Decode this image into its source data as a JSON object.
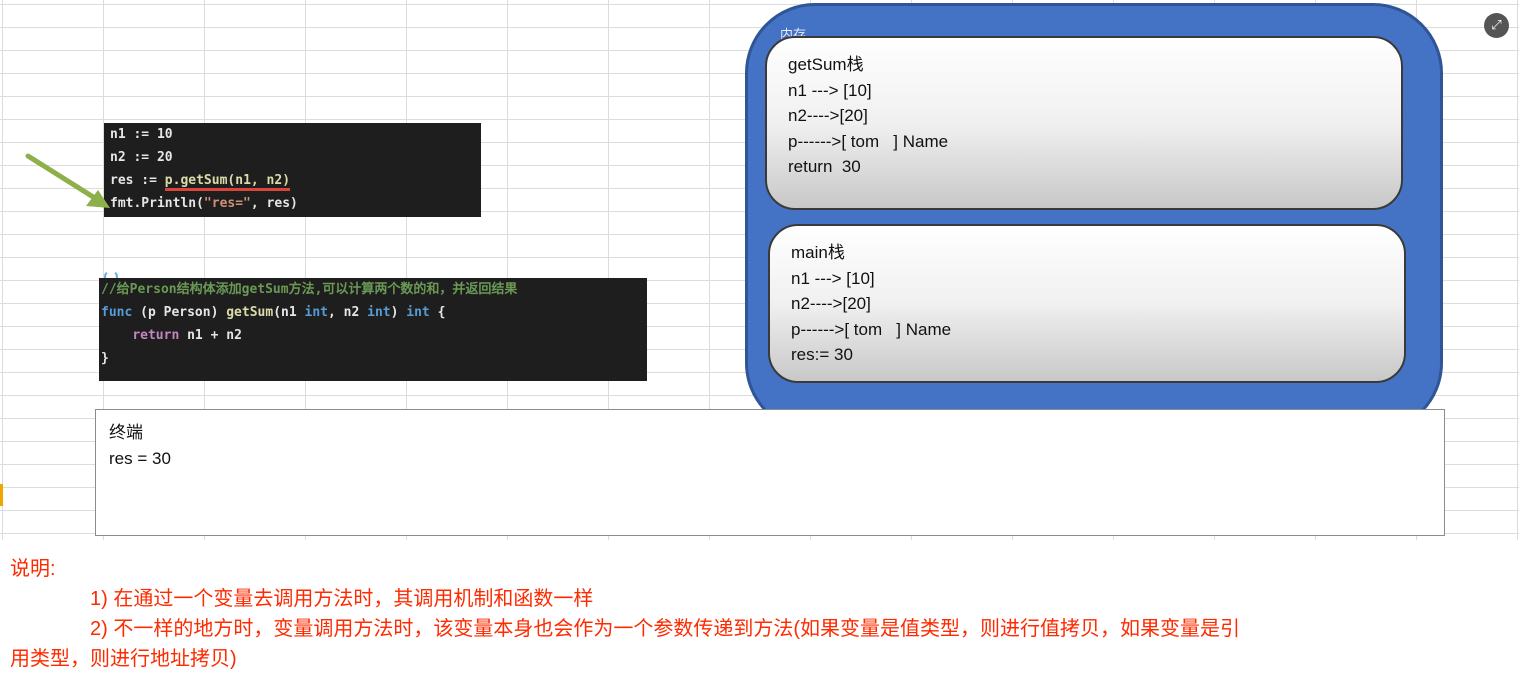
{
  "code_call": {
    "line1": "n1 := 10",
    "line2": "n2 := 20",
    "line3_prefix": "res := ",
    "line3_call": "p.getSum(n1, n2)",
    "line4_prefix": "fmt.Println(",
    "line4_string": "\"res=\"",
    "line4_suffix": ", res)"
  },
  "code_method": {
    "comment": "//给Person结构体添加getSum方法,可以计算两个数的和，并返回结果",
    "sig_func": "func",
    "sig_mid1": " (p Person) ",
    "sig_name": "getSum",
    "sig_params_a": "(n1 ",
    "sig_int1": "int",
    "sig_params_b": ", n2 ",
    "sig_int2": "int",
    "sig_close": ") ",
    "sig_int3": "int",
    "sig_brace": " {",
    "body_return": "return",
    "body_expr": " n1 + n2",
    "end": "}"
  },
  "memory": {
    "label": "内存",
    "getsum_stack": {
      "title": "getSum栈",
      "lines": [
        "n1 ---> [10]",
        "n2---->[20]",
        "p------>[ tom   ] Name",
        "return  30"
      ]
    },
    "main_stack": {
      "title": "main栈",
      "lines": [
        "n1 ---> [10]",
        "n2---->[20]",
        "p------>[ tom   ] Name",
        "res:= 30"
      ]
    }
  },
  "terminal": {
    "title": "终端",
    "output": "res = 30"
  },
  "notes": {
    "heading": "说明:",
    "item1": "1) 在通过一个变量去调用方法时，其调用机制和函数一样",
    "item2": "2) 不一样的地方时，变量调用方法时，该变量本身也会作为一个参数传递到方法(如果变量是值类型，则进行值拷贝，如果变量是引",
    "item2_cont": "用类型，则进行地址拷贝)"
  },
  "colors": {
    "memory_bg": "#4472c4",
    "notes_text": "#ff2a00",
    "arrow": "#8db04a",
    "underline": "#d9453a"
  },
  "icons": {
    "expand": "expand-icon",
    "arrow": "arrow-icon"
  }
}
